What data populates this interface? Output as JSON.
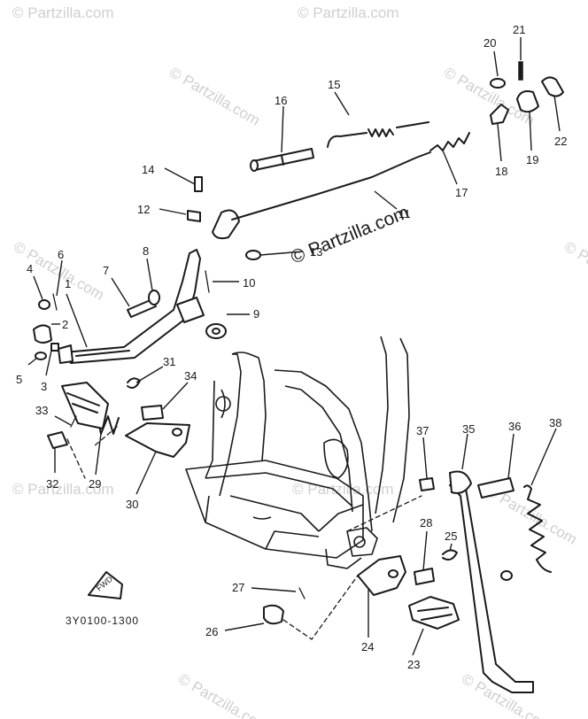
{
  "watermark": {
    "text": "© Partzilla.com",
    "center_text": "© Partzilla.com"
  },
  "diagram_code": "3Y0100-1300",
  "fwd_badge": "FWD",
  "callouts": [
    {
      "id": "c1",
      "label": "1"
    },
    {
      "id": "c2",
      "label": "2"
    },
    {
      "id": "c3",
      "label": "3"
    },
    {
      "id": "c4",
      "label": "4"
    },
    {
      "id": "c5",
      "label": "5"
    },
    {
      "id": "c6",
      "label": "6"
    },
    {
      "id": "c7",
      "label": "7"
    },
    {
      "id": "c8",
      "label": "8"
    },
    {
      "id": "c9",
      "label": "9"
    },
    {
      "id": "c10",
      "label": "10"
    },
    {
      "id": "c11",
      "label": "11"
    },
    {
      "id": "c12",
      "label": "12"
    },
    {
      "id": "c13",
      "label": "13"
    },
    {
      "id": "c14",
      "label": "14"
    },
    {
      "id": "c15",
      "label": "15"
    },
    {
      "id": "c16",
      "label": "16"
    },
    {
      "id": "c17",
      "label": "17"
    },
    {
      "id": "c18",
      "label": "18"
    },
    {
      "id": "c19",
      "label": "19"
    },
    {
      "id": "c20",
      "label": "20"
    },
    {
      "id": "c21",
      "label": "21"
    },
    {
      "id": "c22",
      "label": "22"
    },
    {
      "id": "c23",
      "label": "23"
    },
    {
      "id": "c24",
      "label": "24"
    },
    {
      "id": "c25",
      "label": "25"
    },
    {
      "id": "c26",
      "label": "26"
    },
    {
      "id": "c27",
      "label": "27"
    },
    {
      "id": "c28",
      "label": "28"
    },
    {
      "id": "c29",
      "label": "29"
    },
    {
      "id": "c30",
      "label": "30"
    },
    {
      "id": "c31",
      "label": "31"
    },
    {
      "id": "c32",
      "label": "32"
    },
    {
      "id": "c33",
      "label": "33"
    },
    {
      "id": "c34",
      "label": "34"
    },
    {
      "id": "c35",
      "label": "35"
    },
    {
      "id": "c36",
      "label": "36"
    },
    {
      "id": "c37",
      "label": "37"
    },
    {
      "id": "c38",
      "label": "38"
    }
  ]
}
